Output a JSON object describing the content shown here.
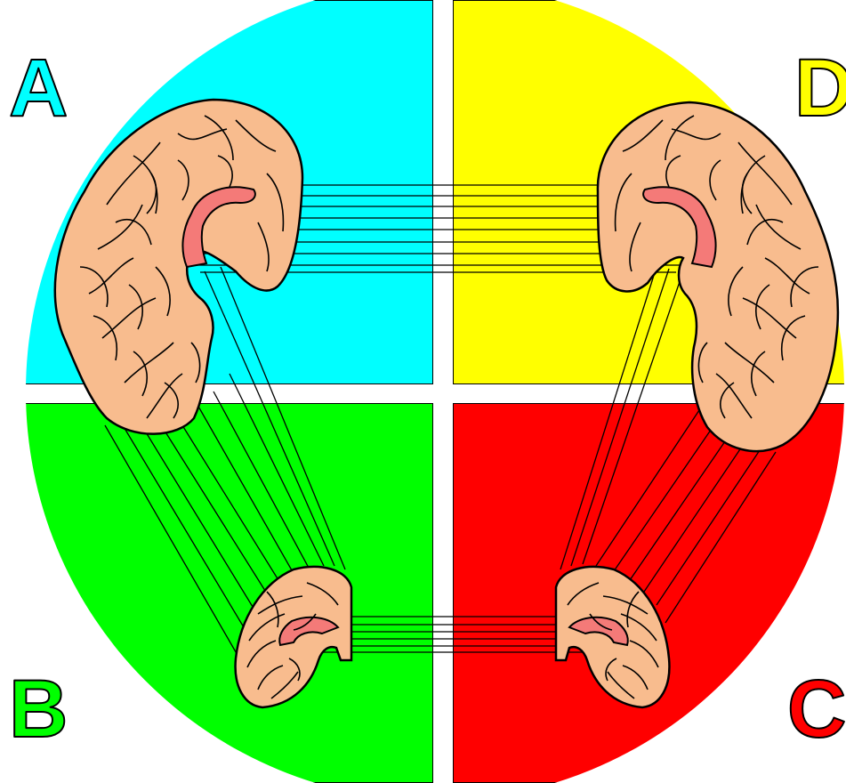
{
  "quadrants": {
    "A": {
      "label": "A",
      "color": "#00FFFF"
    },
    "B": {
      "label": "B",
      "color": "#00FF00"
    },
    "C": {
      "label": "C",
      "color": "#FF0000"
    },
    "D": {
      "label": "D",
      "color": "#FFFF00"
    }
  },
  "brain_colors": {
    "cortex": "#F8BC8E",
    "corpus": "#F47A78",
    "outline": "#000000"
  }
}
